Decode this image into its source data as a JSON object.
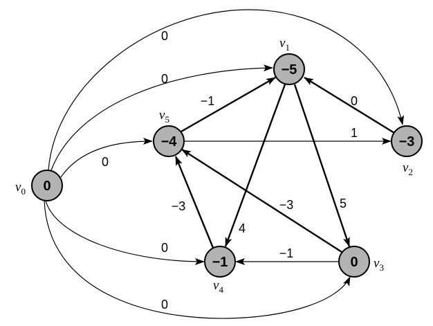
{
  "nodes": [
    {
      "id": "v0",
      "name": "v",
      "sub": "0",
      "value": "0"
    },
    {
      "id": "v1",
      "name": "v",
      "sub": "1",
      "value": "−5"
    },
    {
      "id": "v2",
      "name": "v",
      "sub": "2",
      "value": "−3"
    },
    {
      "id": "v3",
      "name": "v",
      "sub": "3",
      "value": "0"
    },
    {
      "id": "v4",
      "name": "v",
      "sub": "4",
      "value": "−1"
    },
    {
      "id": "v5",
      "name": "v",
      "sub": "5",
      "value": "−4"
    }
  ],
  "edges": [
    {
      "id": "e-v0-v1",
      "from": "v0",
      "to": "v1",
      "weight": "0"
    },
    {
      "id": "e-v0-v2",
      "from": "v0",
      "to": "v2",
      "weight": "0"
    },
    {
      "id": "e-v0-v5",
      "from": "v0",
      "to": "v5",
      "weight": "0"
    },
    {
      "id": "e-v0-v4",
      "from": "v0",
      "to": "v4",
      "weight": "0"
    },
    {
      "id": "e-v0-v3",
      "from": "v0",
      "to": "v3",
      "weight": "0"
    },
    {
      "id": "e-v5-v1",
      "from": "v5",
      "to": "v1",
      "weight": "−1"
    },
    {
      "id": "e-v2-v1",
      "from": "v2",
      "to": "v1",
      "weight": "0"
    },
    {
      "id": "e-v5-v2",
      "from": "v5",
      "to": "v2",
      "weight": "1"
    },
    {
      "id": "e-v1-v4",
      "from": "v1",
      "to": "v4",
      "weight": "4"
    },
    {
      "id": "e-v1-v3",
      "from": "v1",
      "to": "v3",
      "weight": "5"
    },
    {
      "id": "e-v4-v5",
      "from": "v4",
      "to": "v5",
      "weight": "−3"
    },
    {
      "id": "e-v3-v5",
      "from": "v3",
      "to": "v5",
      "weight": "−3"
    },
    {
      "id": "e-v3-v4",
      "from": "v3",
      "to": "v4",
      "weight": "−1"
    }
  ]
}
